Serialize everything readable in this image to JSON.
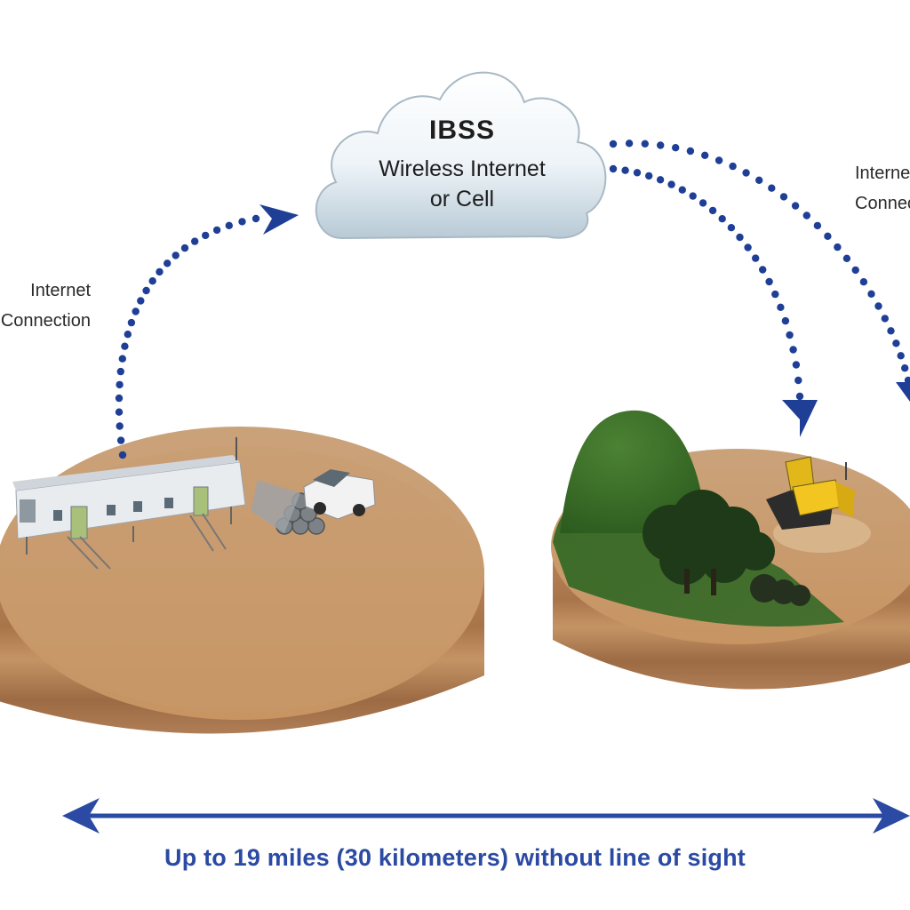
{
  "cloud": {
    "title": "IBSS",
    "line1": "Wireless Internet",
    "line2": "or Cell"
  },
  "left_label": {
    "line1": "Internet",
    "line2": "Connection"
  },
  "right_label": {
    "line1": "Internet",
    "line2": "Connection"
  },
  "caption": "Up to 19 miles (30 kilometers) without line of sight",
  "colors": {
    "arrow": "#1f3f96",
    "caption": "#2a4aa3",
    "soil": "#c89a6c",
    "grass": "#3f6d2a"
  }
}
